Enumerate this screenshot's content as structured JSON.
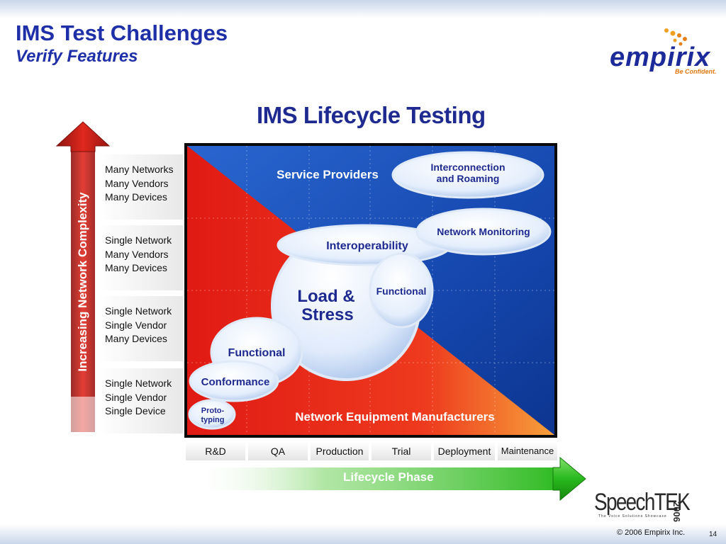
{
  "slide": {
    "title": "IMS Test Challenges",
    "subtitle": "Verify Features",
    "copyright": "© 2006 Empirix Inc.",
    "page_number": "14"
  },
  "logo": {
    "name": "empirix",
    "tagline": "Be Confident."
  },
  "event_logo": {
    "name": "SpeechTEK",
    "year": "2006",
    "tagline": "The Voice Solutions Showcase"
  },
  "diagram": {
    "title": "IMS Lifecycle Testing",
    "y_axis_label": "Increasing Network Complexity",
    "x_axis_label": "Lifecycle Phase",
    "complexity_levels": [
      {
        "line1": "Many Networks",
        "line2": "Many Vendors",
        "line3": "Many Devices"
      },
      {
        "line1": "Single Network",
        "line2": "Many Vendors",
        "line3": "Many Devices"
      },
      {
        "line1": "Single Network",
        "line2": "Single Vendor",
        "line3": "Many Devices"
      },
      {
        "line1": "Single Network",
        "line2": "Single Vendor",
        "line3": "Single Device"
      }
    ],
    "phases": [
      "R&D",
      "QA",
      "Production",
      "Trial",
      "Deployment",
      "Maintenance"
    ],
    "regions": {
      "service_providers": "Service Providers",
      "equipment_manufacturers": "Network Equipment Manufacturers"
    },
    "bubbles": {
      "interconnection_line1": "Interconnection",
      "interconnection_line2": "and Roaming",
      "network_monitoring": "Network Monitoring",
      "interoperability": "Interoperability",
      "load_line1": "Load &",
      "load_line2": "Stress",
      "functional_upper": "Functional",
      "functional_lower": "Functional",
      "conformance": "Conformance",
      "prototyping_line1": "Proto-",
      "prototyping_line2": "typing"
    },
    "colors": {
      "service_provider_blue": "#1a4fb8",
      "manufacturer_red": "#e8221c",
      "manufacturer_orange": "#f07a1a",
      "arrow_red": "#d0201a",
      "arrow_green": "#28b81c",
      "title_blue": "#1f2fa8"
    }
  }
}
